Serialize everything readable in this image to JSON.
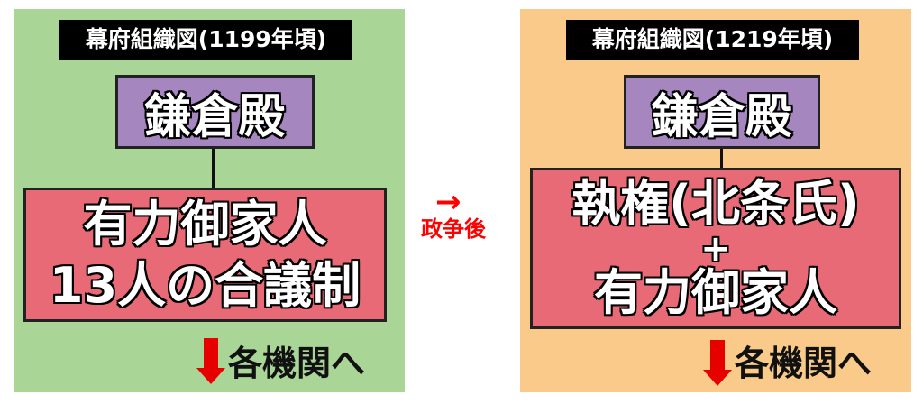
{
  "left": {
    "title": "幕府組織図(1199年頃)",
    "top_box": "鎌倉殿",
    "bottom_lines": [
      "有力御家人",
      "13人の合議制"
    ],
    "destination": "各機関へ"
  },
  "middle": {
    "arrow": "→",
    "label": "政争後"
  },
  "right": {
    "title": "幕府組織図(1219年頃)",
    "top_box": "鎌倉殿",
    "bottom_lines": [
      "執権(北条氏)",
      "+",
      "有力御家人"
    ],
    "destination": "各機関へ"
  },
  "colors": {
    "left_bg": "#a9d597",
    "right_bg": "#f9ca8a",
    "purple": "#a586bf",
    "red": "#e96a77",
    "arrow": "#e60000"
  }
}
